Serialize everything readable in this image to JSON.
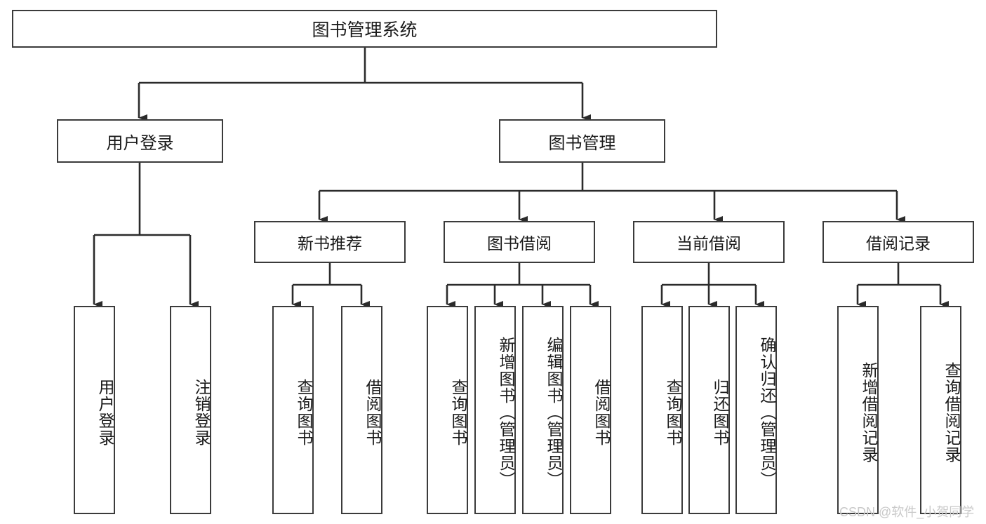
{
  "diagram": {
    "title": "图书管理系统",
    "type": "hierarchy-tree",
    "watermark": "CSDN @软件_小贺同学",
    "colors": {
      "box_border": "#3b3b3b",
      "box_fill": "#ffffff",
      "connector": "#2b2b2b",
      "text": "#1a1a1a",
      "watermark": "#c9c9c9"
    },
    "root": {
      "label": "图书管理系统"
    },
    "level2": [
      {
        "label": "用户登录"
      },
      {
        "label": "图书管理"
      }
    ],
    "level3": [
      {
        "label": "新书推荐"
      },
      {
        "label": "图书借阅"
      },
      {
        "label": "当前借阅"
      },
      {
        "label": "借阅记录"
      }
    ],
    "leaves": {
      "user_login": [
        {
          "label": "用户登录"
        },
        {
          "label": "注销登录"
        }
      ],
      "new_book_recommend": [
        {
          "label": "查询图书"
        },
        {
          "label": "借阅图书"
        }
      ],
      "book_borrow": [
        {
          "label": "查询图书"
        },
        {
          "label": "新增图书（管理员）"
        },
        {
          "label": "编辑图书（管理员）"
        },
        {
          "label": "借阅图书"
        }
      ],
      "current_borrow": [
        {
          "label": "查询图书"
        },
        {
          "label": "归还图书"
        },
        {
          "label": "确认归还（管理员）"
        }
      ],
      "borrow_record": [
        {
          "label": "新增借阅记录"
        },
        {
          "label": "查询借阅记录"
        }
      ]
    }
  }
}
